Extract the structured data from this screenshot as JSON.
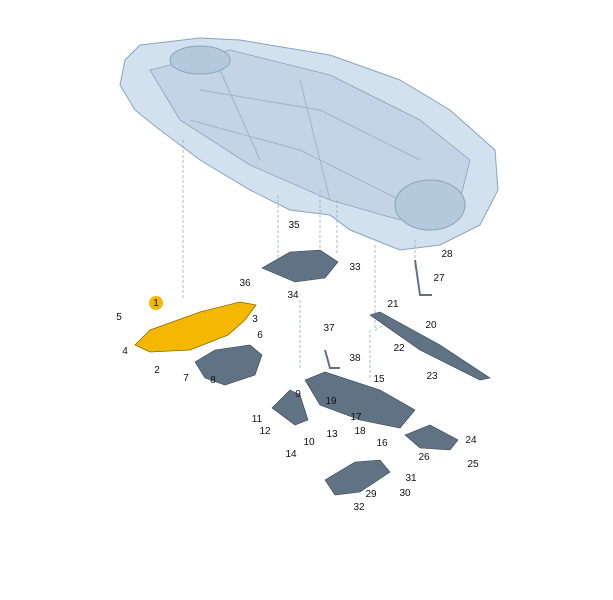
{
  "diagram": {
    "highlighted_part": "1",
    "highlight_color": "#f5b800",
    "body_color": "#d3e1ee",
    "part_color": "#5f7384",
    "part_labels": [
      "1",
      "2",
      "3",
      "4",
      "5",
      "6",
      "7",
      "8",
      "9",
      "10",
      "11",
      "12",
      "13",
      "14",
      "15",
      "16",
      "17",
      "18",
      "19",
      "20",
      "21",
      "22",
      "23",
      "24",
      "25",
      "26",
      "27",
      "28",
      "29",
      "30",
      "31",
      "32",
      "33",
      "34",
      "35",
      "36",
      "37",
      "38"
    ]
  }
}
